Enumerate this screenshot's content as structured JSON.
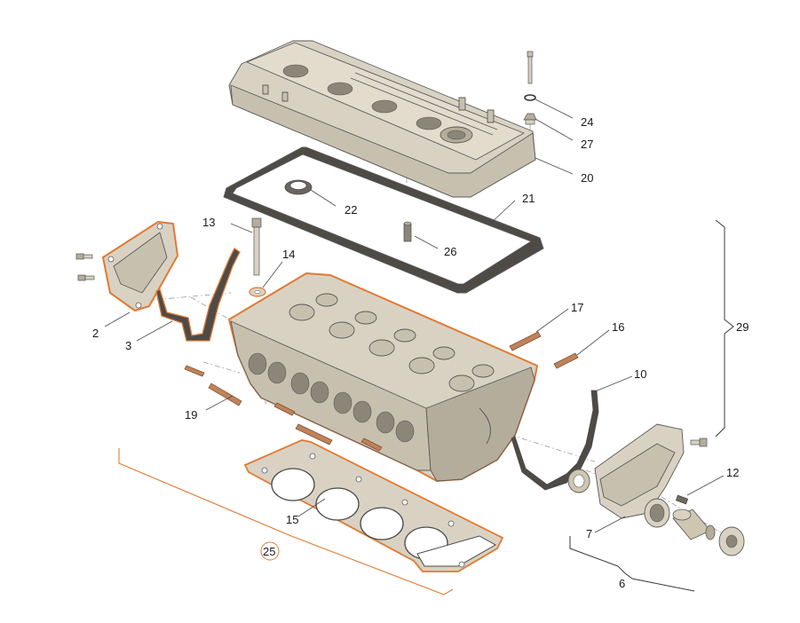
{
  "callouts": {
    "c2": "2",
    "c3": "3",
    "c6": "6",
    "c7": "7",
    "c10": "10",
    "c12": "12",
    "c13": "13",
    "c14": "14",
    "c15": "15",
    "c16": "16",
    "c17": "17",
    "c19": "19",
    "c20": "20",
    "c21": "21",
    "c22": "22",
    "c24": "24",
    "c25": "25",
    "c26": "26",
    "c27": "27",
    "c29": "29"
  },
  "colors": {
    "highlight": "#e07a34",
    "part_fill": "#d9d2c2",
    "part_shadow": "#b5ad9b",
    "gasket_dark": "#4e4b46",
    "text": "#1a1a1a"
  }
}
